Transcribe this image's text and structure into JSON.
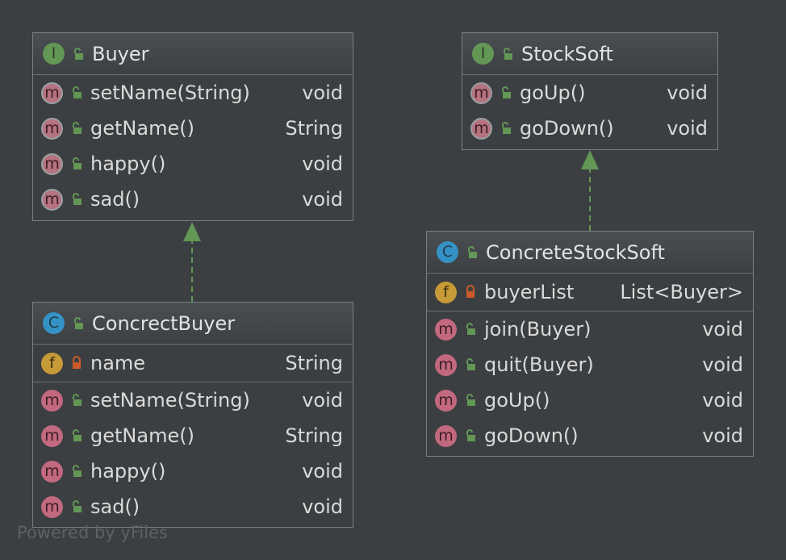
{
  "classes": {
    "buyer": {
      "kind": "I",
      "name": "Buyer",
      "methods": [
        {
          "name": "setName(String)",
          "type": "void"
        },
        {
          "name": "getName()",
          "type": "String"
        },
        {
          "name": "happy()",
          "type": "void"
        },
        {
          "name": "sad()",
          "type": "void"
        }
      ]
    },
    "stocksoft": {
      "kind": "I",
      "name": "StockSoft",
      "methods": [
        {
          "name": "goUp()",
          "type": "void"
        },
        {
          "name": "goDown()",
          "type": "void"
        }
      ]
    },
    "concrectbuyer": {
      "kind": "C",
      "name": "ConcrectBuyer",
      "fields": [
        {
          "name": "name",
          "type": "String"
        }
      ],
      "methods": [
        {
          "name": "setName(String)",
          "type": "void"
        },
        {
          "name": "getName()",
          "type": "String"
        },
        {
          "name": "happy()",
          "type": "void"
        },
        {
          "name": "sad()",
          "type": "void"
        }
      ]
    },
    "concretestocksoft": {
      "kind": "C",
      "name": "ConcreteStockSoft",
      "fields": [
        {
          "name": "buyerList",
          "type": "List<Buyer>"
        }
      ],
      "methods": [
        {
          "name": "join(Buyer)",
          "type": "void"
        },
        {
          "name": "quit(Buyer)",
          "type": "void"
        },
        {
          "name": "goUp()",
          "type": "void"
        },
        {
          "name": "goDown()",
          "type": "void"
        }
      ]
    }
  },
  "badges": {
    "method": "m",
    "field": "f"
  },
  "edges": [
    {
      "from": "ConcrectBuyer",
      "to": "Buyer",
      "kind": "implements"
    },
    {
      "from": "ConcreteStockSoft",
      "to": "StockSoft",
      "kind": "implements"
    }
  ],
  "colors": {
    "background": "#3c3f41",
    "arrow": "#629755",
    "interface": "#629755",
    "class": "#3592c4",
    "field": "#c69a37",
    "method": "#c2697f",
    "private_lock": "#cc5a2a"
  },
  "watermark": "Powered by yFiles"
}
